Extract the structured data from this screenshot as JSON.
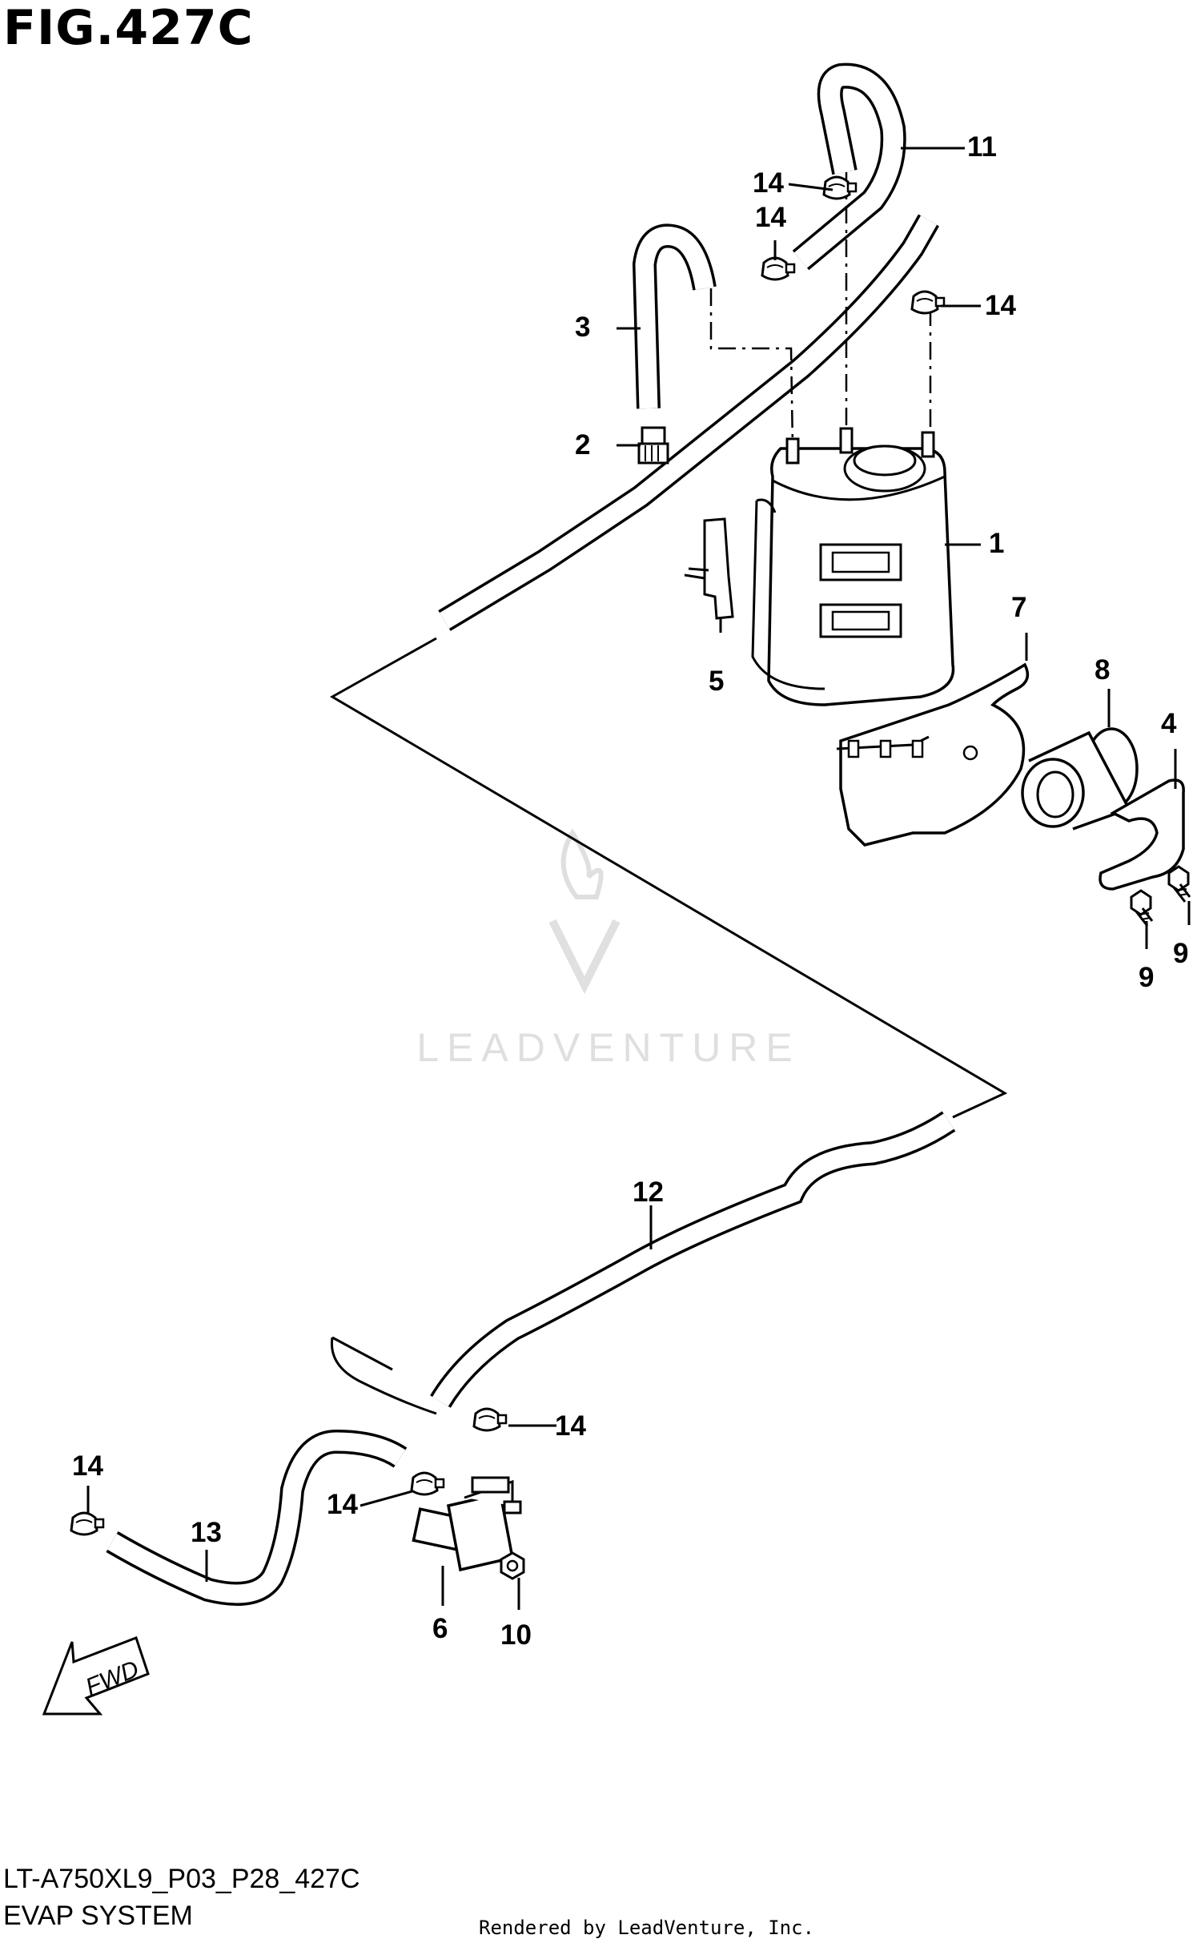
{
  "header": {
    "fig_title": "FIG.427C"
  },
  "footer": {
    "model_code": "LT-A750XL9_P03_P28_427C",
    "system_name": "EVAP SYSTEM",
    "rendered_by": "Rendered by LeadVenture, Inc."
  },
  "watermark": {
    "text": "LEADVENTURE"
  },
  "fwd_label": "FWD",
  "callouts": {
    "c1": "1",
    "c2": "2",
    "c3": "3",
    "c4": "4",
    "c5": "5",
    "c6": "6",
    "c7": "7",
    "c8": "8",
    "c9a": "9",
    "c9b": "9",
    "c10": "10",
    "c11": "11",
    "c12": "12",
    "c13": "13",
    "c14a": "14",
    "c14b": "14",
    "c14c": "14",
    "c14d": "14",
    "c14e": "14",
    "c14f": "14"
  }
}
